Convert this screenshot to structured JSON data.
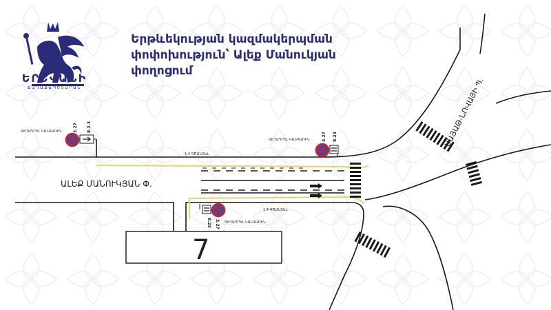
{
  "logo": {
    "name": "ԵՐԵՎԱՆԻ",
    "subtitle": "ՔԱՂԱՔԱՊԵՏԱՐԱՆ"
  },
  "title": {
    "line1": "Երթևեկության կազմակերպման",
    "line2": "փոփոխություն՝ Ալեք Մանուկյան",
    "line3": "փողոցում"
  },
  "map": {
    "street_main": "ԱԼԵՔ ՄԱՆՈՒԿՅԱՆ Փ.",
    "street_diagonal": "ՍԱՅԱԹ-ՆՈՎԱՅԻ Պ.",
    "building_number": "7",
    "lane_width_top": "1.4 ԳԾԱՆՇԵԼ",
    "lane_width_bottom": "1.4 ԳԾԱՆՇԵԼ",
    "sign_note": "ՏԵՂԱԴՐԵԼ ԿԱՆԳԱՌԻՆ",
    "sign_code_main": "3.27",
    "sign_code_plate": "8.2.3",
    "sign_code_plate_short": "8.23"
  },
  "colors": {
    "brand": "#2a2c7a",
    "road_edge": "#e6d57a",
    "sign_red": "#d11f2a",
    "sign_blue": "#1f56b4",
    "pattern": "#f1f1f6"
  }
}
